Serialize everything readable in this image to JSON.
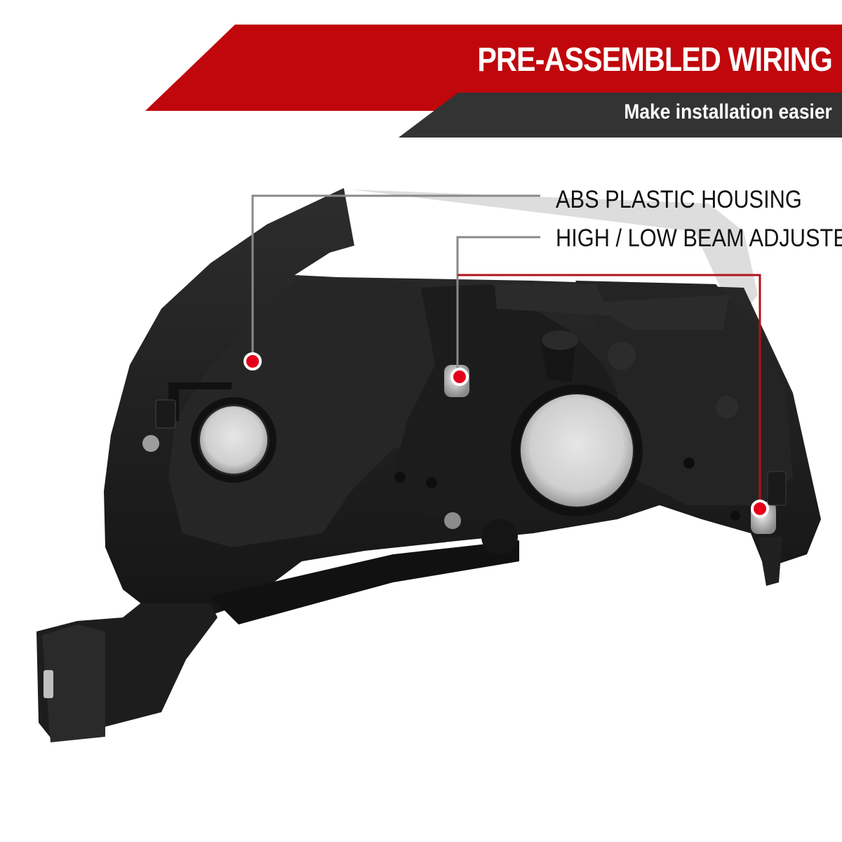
{
  "banner": {
    "headline": "PRE-ASSEMBLED WIRING",
    "subline": "Make installation easier",
    "primary_color": "#c0070c",
    "secondary_color": "#333333"
  },
  "callouts": [
    {
      "label": "ABS PLASTIC HOUSING",
      "marker_color": "#e4001b"
    },
    {
      "label": "HIGH / LOW BEAM ADJUSTERS",
      "marker_color": "#e4001b"
    }
  ],
  "product": {
    "description_icon": "headlight-rear-housing",
    "body_color": "#232323",
    "lens_color": "#d9d9d9"
  }
}
